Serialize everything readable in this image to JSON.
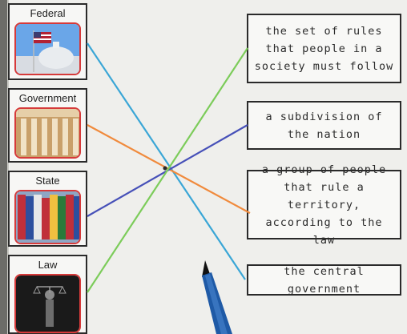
{
  "left_cards": [
    {
      "label": "Federal"
    },
    {
      "label": "Government"
    },
    {
      "label": "State"
    },
    {
      "label": "Law"
    }
  ],
  "definitions": [
    {
      "text": "the set of rules that people in a society must follow"
    },
    {
      "text": "a subdivision of the nation"
    },
    {
      "text": "a group of people that rule a territory, according to the law"
    },
    {
      "text": "the central government"
    }
  ],
  "connections": [
    {
      "from": "Federal",
      "to": "the central government",
      "color": "#3aa6d6"
    },
    {
      "from": "Government",
      "to": "a group of people that rule a territory, according to the law",
      "color": "#f08a3c"
    },
    {
      "from": "State",
      "to": "a subdivision of the nation",
      "color": "#4650b8"
    },
    {
      "from": "Law",
      "to": "the set of rules that people in a society must follow",
      "color": "#7ccc5a"
    }
  ],
  "colors": {
    "card_border": "#2a2a2a",
    "image_frame": "#d63a3a",
    "marker": "#1f5aa6"
  },
  "icons": [
    "flag-capitol-image",
    "columns-image",
    "flags-image",
    "justice-statue-image",
    "marker-pen-icon"
  ]
}
